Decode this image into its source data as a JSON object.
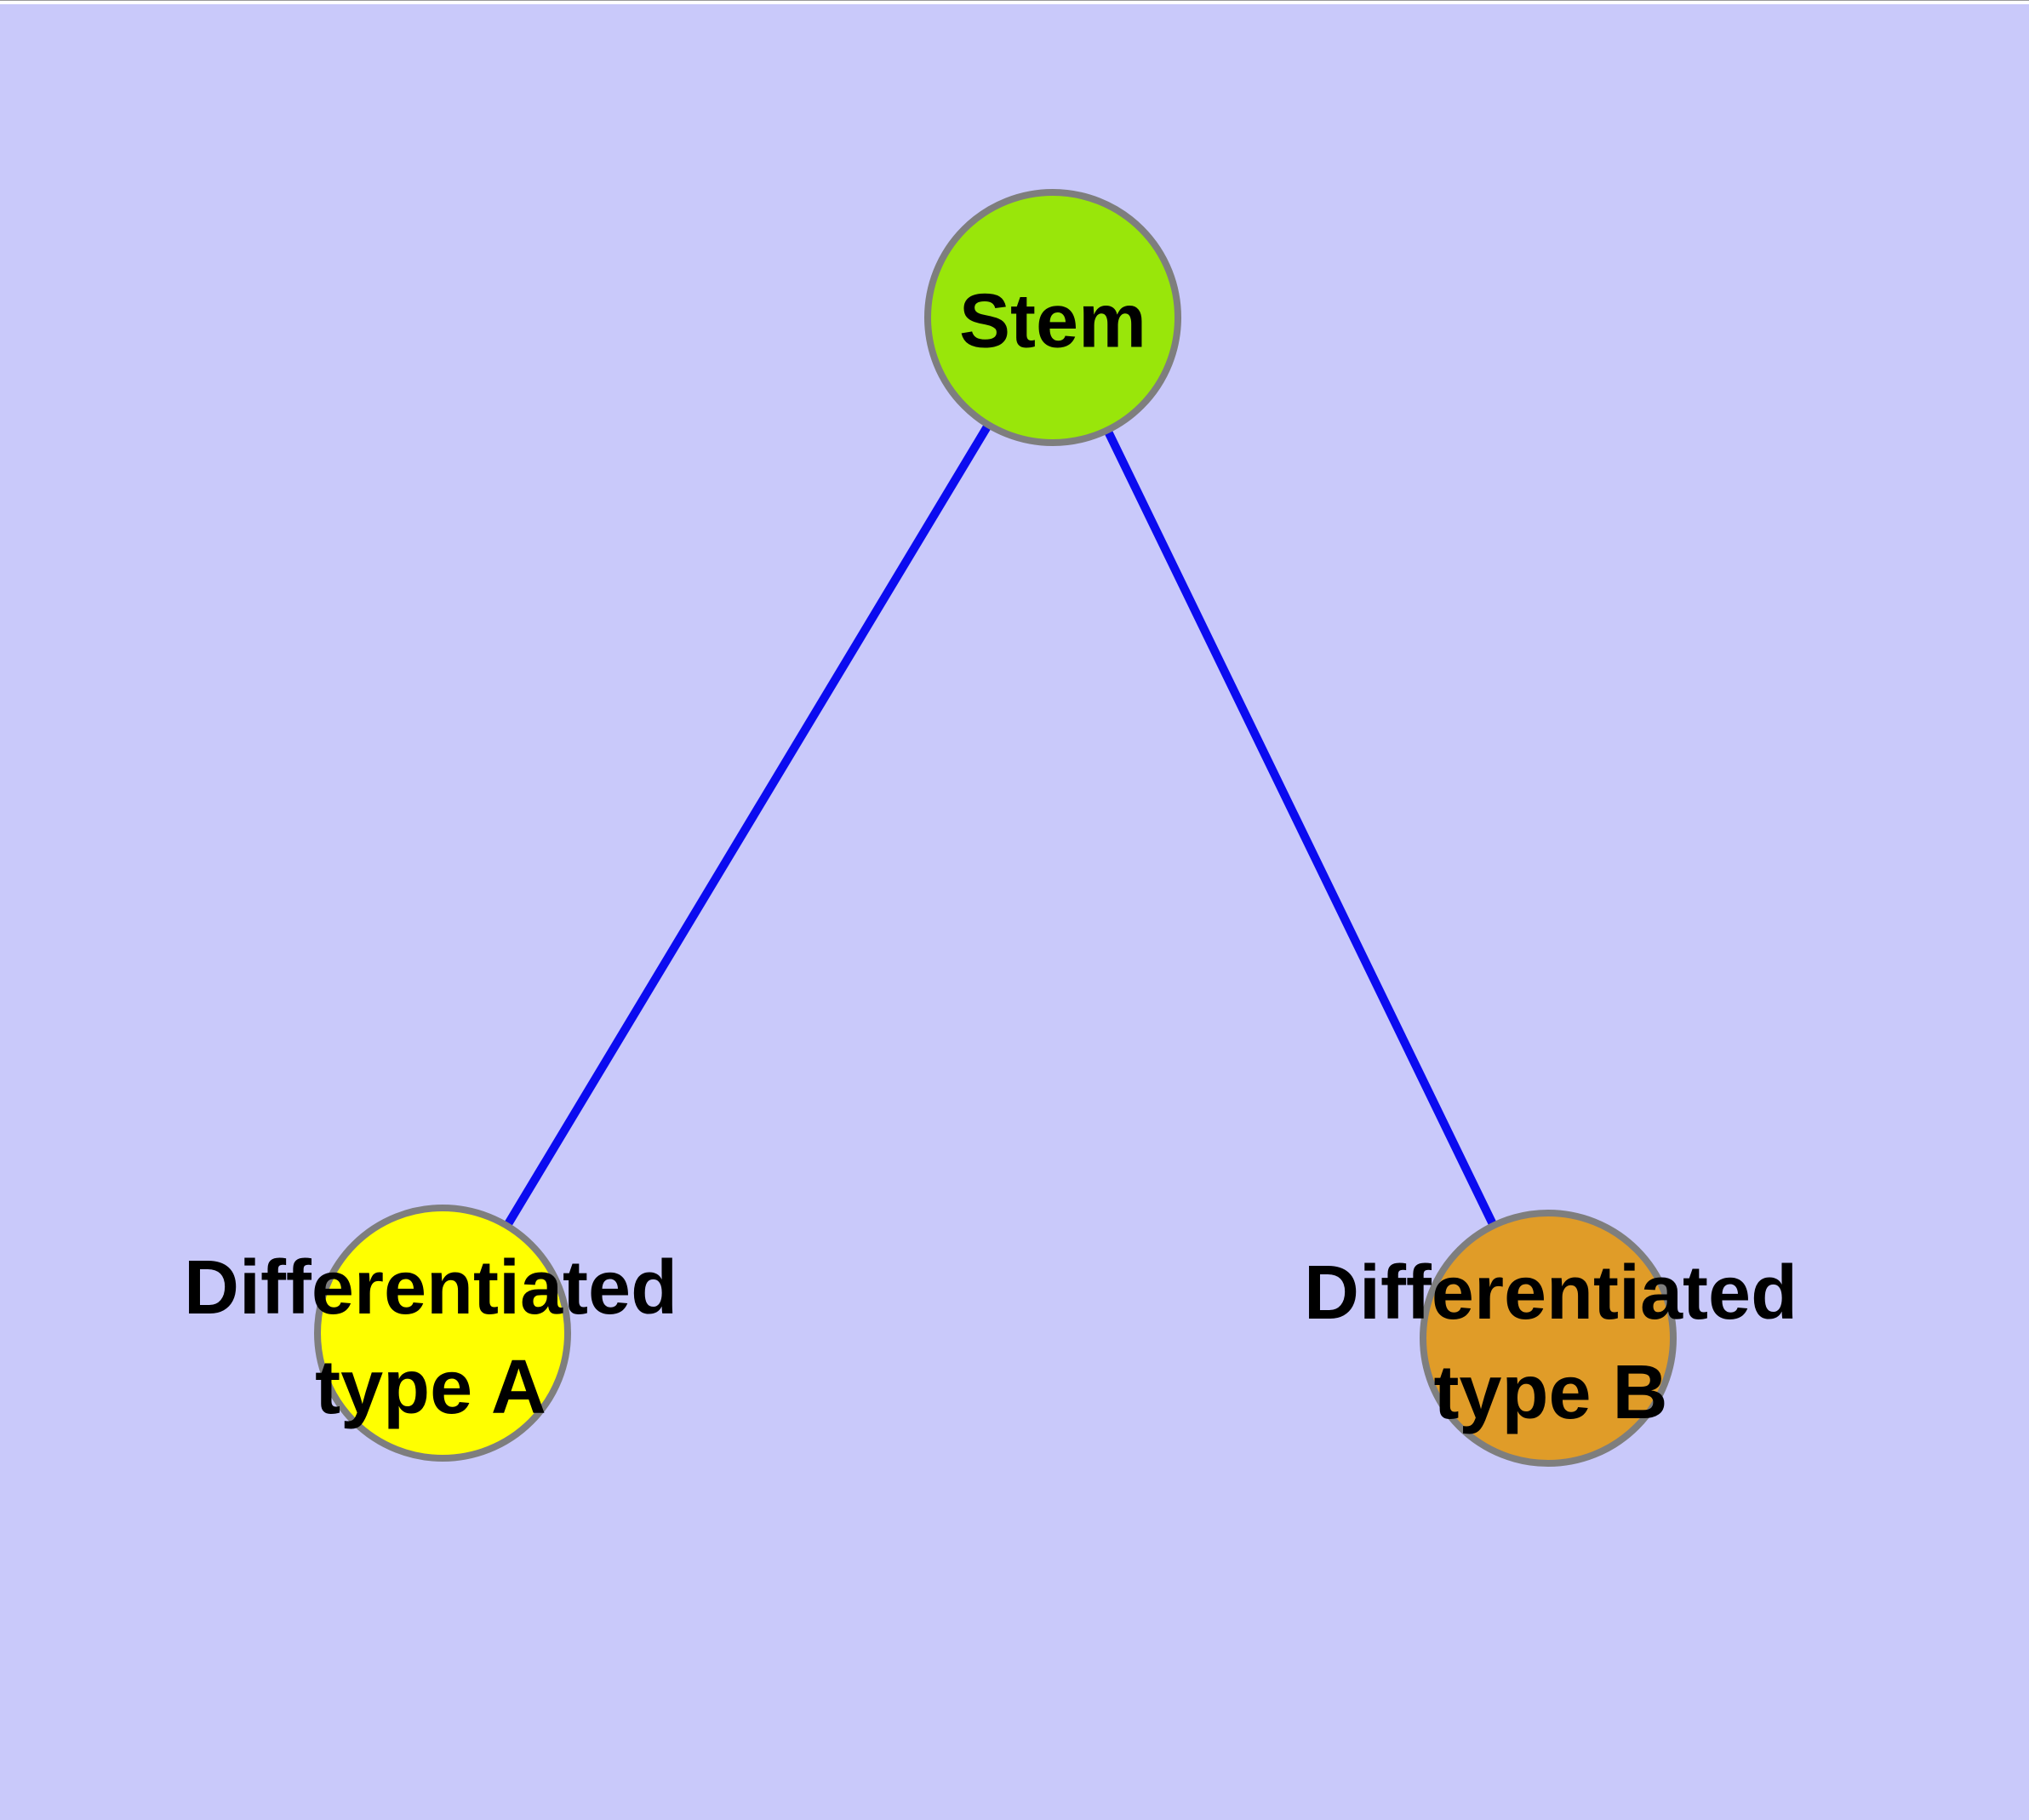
{
  "canvas": {
    "background_color": "#C9C9FA",
    "top_strip_color": "#FFFFFF"
  },
  "graph": {
    "edge_color": "#0B0BF0",
    "node_border_color": "#7E7E7E",
    "label_color": "#000000",
    "nodes": [
      {
        "id": "stem",
        "label_lines": [
          "Stem"
        ],
        "fill_color": "#99E60A"
      },
      {
        "id": "differentiated-type-a",
        "label_lines": [
          "Differentiated",
          "type A"
        ],
        "fill_color": "#FFFF00"
      },
      {
        "id": "differentiated-type-b",
        "label_lines": [
          "Differentiated",
          "type B"
        ],
        "fill_color": "#E09C28"
      }
    ],
    "edges": [
      {
        "from": "stem",
        "to": "differentiated-type-a"
      },
      {
        "from": "stem",
        "to": "differentiated-type-b"
      }
    ]
  }
}
